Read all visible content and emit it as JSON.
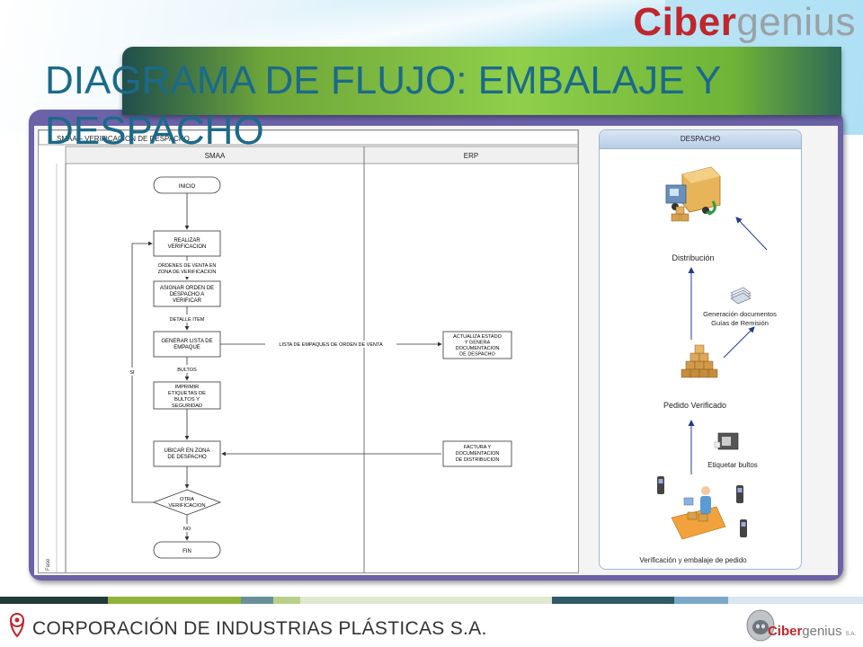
{
  "slide": {
    "title": "DIAGRAMA DE FLUJO: EMBALAJE Y DESPACHO",
    "brand": {
      "part1": "Ciber",
      "part2": "genius"
    },
    "footer_company": "CORPORACIÓN DE INDUSTRIAS PLÁSTICAS S.A.",
    "footer_brand": {
      "part1": "Ciber",
      "part2": "genius",
      "suffix": "S.A."
    }
  },
  "flowchart": {
    "header": "SMAA – VERIFICACION DE DESPACHO",
    "lanes": [
      "SMAA",
      "ERP"
    ],
    "side_label": "Fase",
    "nodes": {
      "inicio": "INICIO",
      "realizar": [
        "REALIZAR",
        "VERIFICACION"
      ],
      "asignar": [
        "ASIGNAR ORDEN DE",
        "DESPACHO A",
        "VERIFICAR"
      ],
      "generar": [
        "GENERAR LISTA DE",
        "EMPAQUE"
      ],
      "imprimir": [
        "IMPRIMIR",
        "ETIQUETAS DE",
        "BULTOS Y",
        "SEGURIDAD"
      ],
      "ubicar": [
        "UBICAR EN ZONA",
        "DE DESPACHO"
      ],
      "otra": [
        "OTRA",
        "VERIFICACION"
      ],
      "fin": "FIN",
      "actualiza": [
        "ACTUALIZA ESTADO",
        "Y GENERA",
        "DOCUMENTACION",
        "DE DESPACHO"
      ],
      "factura": [
        "FACTURA Y",
        "DOCUMENTACION",
        "DE DISTRIBUCION"
      ]
    },
    "edges": {
      "ordenes": [
        "ORDENES DE VENTA EN",
        "ZONA DE VERIFICACION"
      ],
      "detalle": "DETALLE ITEM",
      "lista": "LISTA DE EMPAQUES DE ORDEN DE VENTA",
      "bultos": "BULTOS",
      "si": "SI",
      "no": "NO"
    }
  },
  "dispatch": {
    "header": "DESPACHO",
    "steps": {
      "distribucion": "Distribución",
      "generacion": [
        "Generación documentos",
        "Guías de Remisión"
      ],
      "pedido": "Pedido Verificado",
      "etiquetar": "Etiquetar bultos",
      "verificacion": "Verificación y embalaje de pedido"
    }
  },
  "colors": {
    "frame": "#6b62a8",
    "title_text": "#1b6a8a",
    "title_bar": "#8fcf4a",
    "brand_red": "#c0262c",
    "arrow_blue": "#1f3b8f"
  }
}
